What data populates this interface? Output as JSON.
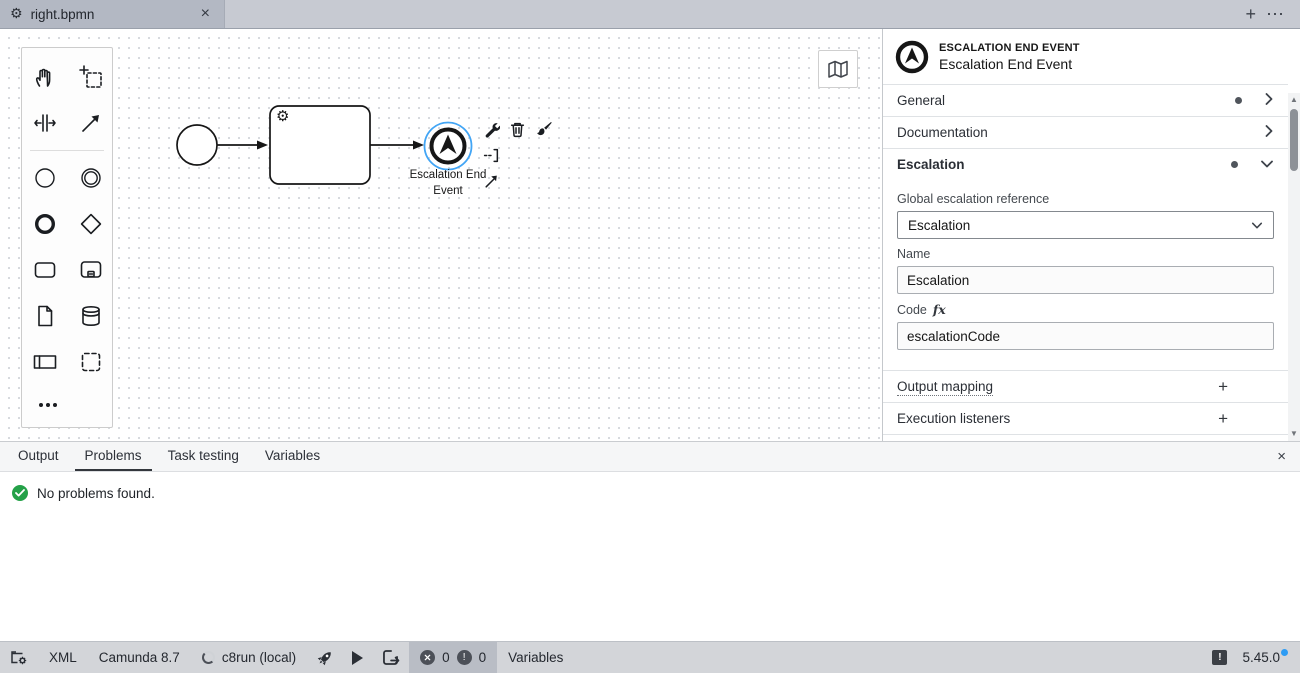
{
  "icons": {
    "close": "×",
    "new_tab": "+",
    "window_menu": "⋯",
    "gear": "⚙",
    "scroll_up": "▲",
    "scroll_down": "▼",
    "plus": "+",
    "exclaim": "!"
  },
  "colors": {
    "selection_blue": "#42a5f5",
    "success_green": "#24a148",
    "update_dot_blue": "#2d9cf4"
  },
  "tab": {
    "title": "right.bpmn"
  },
  "palette": {
    "tools": [
      "hand-tool",
      "lasso-tool",
      "space-tool",
      "global-connect-tool",
      "create-start-event",
      "create-intermediate-event",
      "create-end-event",
      "create-gateway",
      "create-task",
      "create-subprocess",
      "create-data-object",
      "create-data-store",
      "create-participant",
      "create-group",
      "more-tools"
    ]
  },
  "canvas": {
    "end_event_label_lines": [
      "Escalation End",
      "Event"
    ],
    "context_pad": [
      "change-type",
      "delete",
      "set-color",
      "append-text-annotation",
      "connect"
    ]
  },
  "props": {
    "header": {
      "type": "ESCALATION END EVENT",
      "name": "Escalation End Event"
    },
    "groups": [
      {
        "label": "General"
      },
      {
        "label": "Documentation"
      },
      {
        "label": "Escalation"
      }
    ],
    "escalation": {
      "global_ref_label": "Global escalation reference",
      "global_ref_value": "Escalation",
      "name_label": "Name",
      "name_value": "Escalation",
      "code_label": "Code",
      "feel_badge": "fx",
      "code_value": "escalationCode"
    },
    "rows": {
      "output_mapping": "Output mapping",
      "execution_listeners": "Execution listeners"
    }
  },
  "bottom": {
    "tabs": [
      "Output",
      "Problems",
      "Task testing",
      "Variables"
    ],
    "message": "No problems found."
  },
  "status": {
    "xml": "XML",
    "engine": "Camunda 8.7",
    "runtime": "c8run (local)",
    "error_count": "0",
    "warning_count": "0",
    "variables_label": "Variables",
    "app_version": "5.45.0"
  }
}
